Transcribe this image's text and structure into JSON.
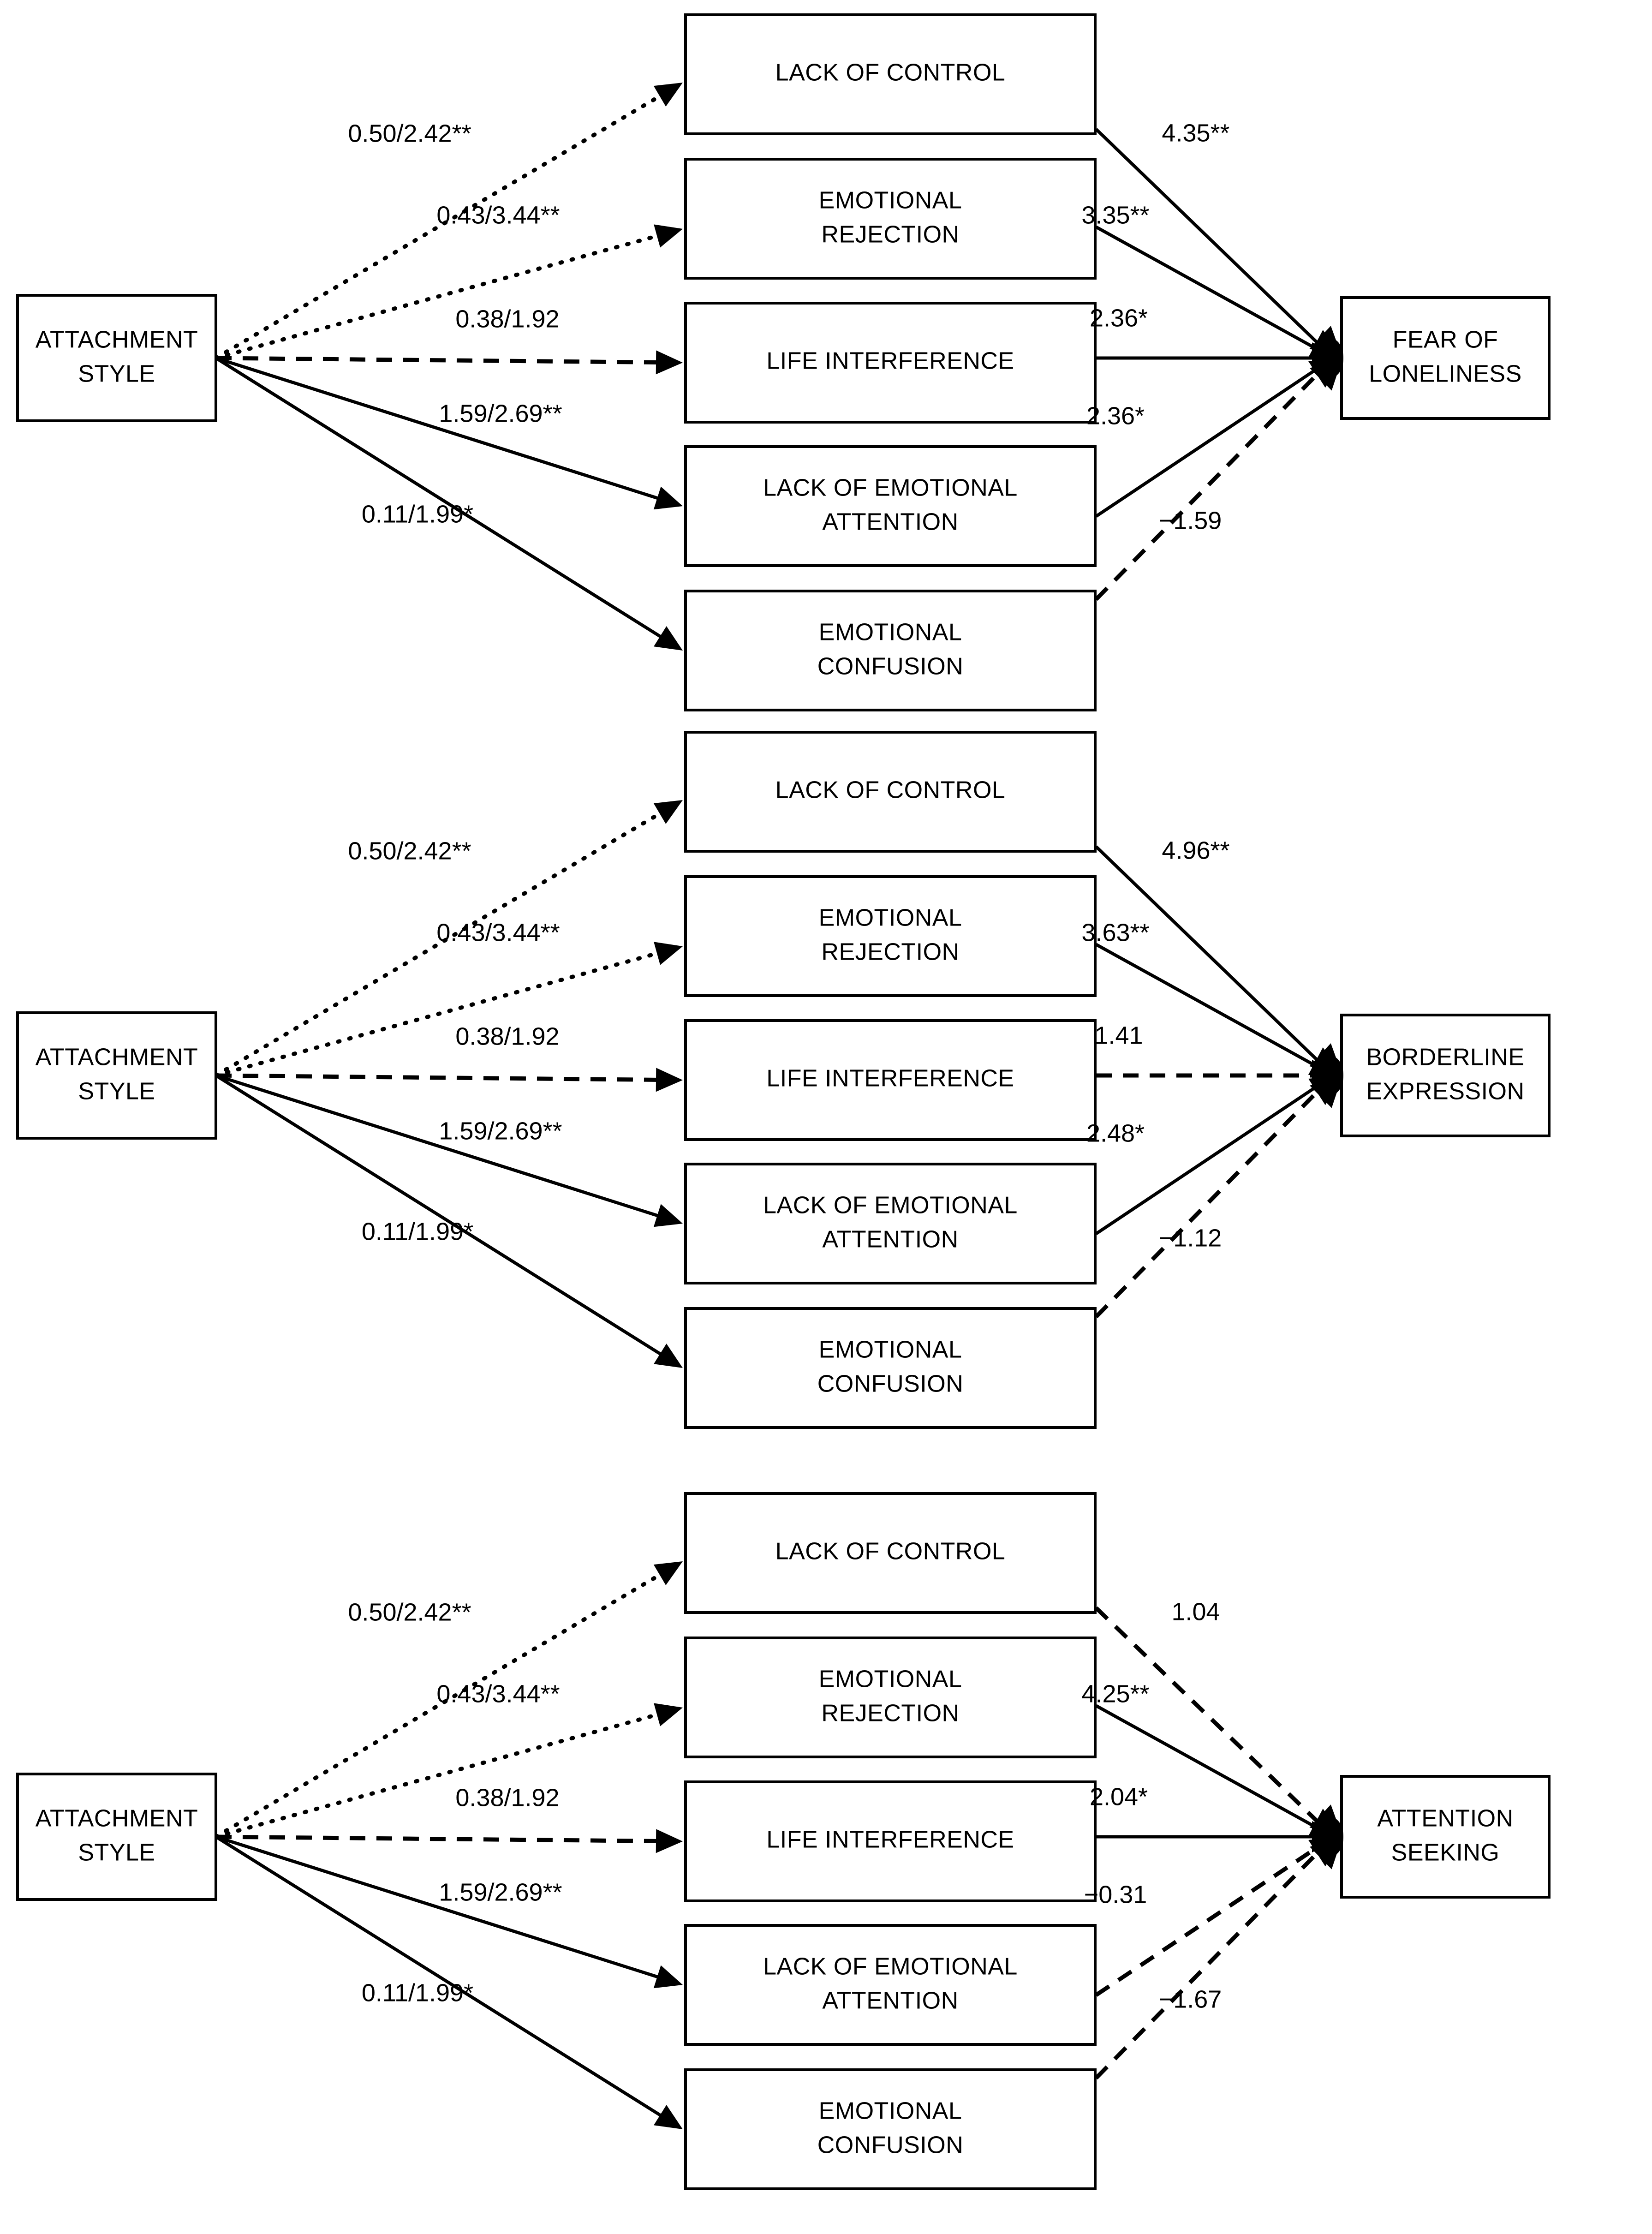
{
  "figure": {
    "type": "path-diagram",
    "panel_count": 3,
    "predictor_label": "ATTACHMENT\nSTYLE",
    "predictor_line1": "ATTACHMENT",
    "predictor_line2": "STYLE",
    "mediators": [
      {
        "id": "lack-of-control",
        "line1": "LACK OF CONTROL",
        "line2": ""
      },
      {
        "id": "emotional-rejection",
        "line1": "EMOTIONAL",
        "line2": "REJECTION"
      },
      {
        "id": "life-interference",
        "line1": "LIFE INTERFERENCE",
        "line2": ""
      },
      {
        "id": "lack-of-emotional-attention",
        "line1": "LACK OF EMOTIONAL",
        "line2": "ATTENTION"
      },
      {
        "id": "emotional-confusion",
        "line1": "EMOTIONAL",
        "line2": "CONFUSION"
      }
    ],
    "a_paths": [
      {
        "to": "lack-of-control",
        "label": "0.50/2.42**",
        "style": "dotted"
      },
      {
        "to": "emotional-rejection",
        "label": "0.43/3.44**",
        "style": "dotted"
      },
      {
        "to": "life-interference",
        "label": "0.38/1.92",
        "style": "dashed"
      },
      {
        "to": "lack-of-emotional-attention",
        "label": "1.59/2.69**",
        "style": "solid"
      },
      {
        "to": "emotional-confusion",
        "label": "0.11/1.99*",
        "style": "solid"
      }
    ],
    "panels": [
      {
        "id": "panel-fear-of-loneliness",
        "outcome_line1": "FEAR OF",
        "outcome_line2": "LONELINESS",
        "b_paths": [
          {
            "from": "lack-of-control",
            "label": "4.35**",
            "style": "solid"
          },
          {
            "from": "emotional-rejection",
            "label": "3.35**",
            "style": "solid"
          },
          {
            "from": "life-interference",
            "label": "2.36*",
            "style": "solid"
          },
          {
            "from": "lack-of-emotional-attention",
            "label": "2.36*",
            "style": "solid"
          },
          {
            "from": "emotional-confusion",
            "label": "−1.59",
            "style": "dashed"
          }
        ]
      },
      {
        "id": "panel-borderline-expression",
        "outcome_line1": "BORDERLINE",
        "outcome_line2": "EXPRESSION",
        "b_paths": [
          {
            "from": "lack-of-control",
            "label": "4.96**",
            "style": "solid"
          },
          {
            "from": "emotional-rejection",
            "label": "3.63**",
            "style": "solid"
          },
          {
            "from": "life-interference",
            "label": "1.41",
            "style": "dashed"
          },
          {
            "from": "lack-of-emotional-attention",
            "label": "2.48*",
            "style": "solid"
          },
          {
            "from": "emotional-confusion",
            "label": "−1.12",
            "style": "dashed"
          }
        ]
      },
      {
        "id": "panel-attention-seeking",
        "outcome_line1": "ATTENTION",
        "outcome_line2": "SEEKING",
        "b_paths": [
          {
            "from": "lack-of-control",
            "label": "1.04",
            "style": "dashed"
          },
          {
            "from": "emotional-rejection",
            "label": "4.25**",
            "style": "solid"
          },
          {
            "from": "life-interference",
            "label": "2.04*",
            "style": "solid"
          },
          {
            "from": "lack-of-emotional-attention",
            "label": "−0.31",
            "style": "dashed"
          },
          {
            "from": "emotional-confusion",
            "label": "−1.67",
            "style": "dashed"
          }
        ]
      }
    ],
    "colors": {
      "line": "#000000",
      "box_fill": "#ffffff",
      "background": "#ffffff",
      "text": "#000000"
    }
  }
}
